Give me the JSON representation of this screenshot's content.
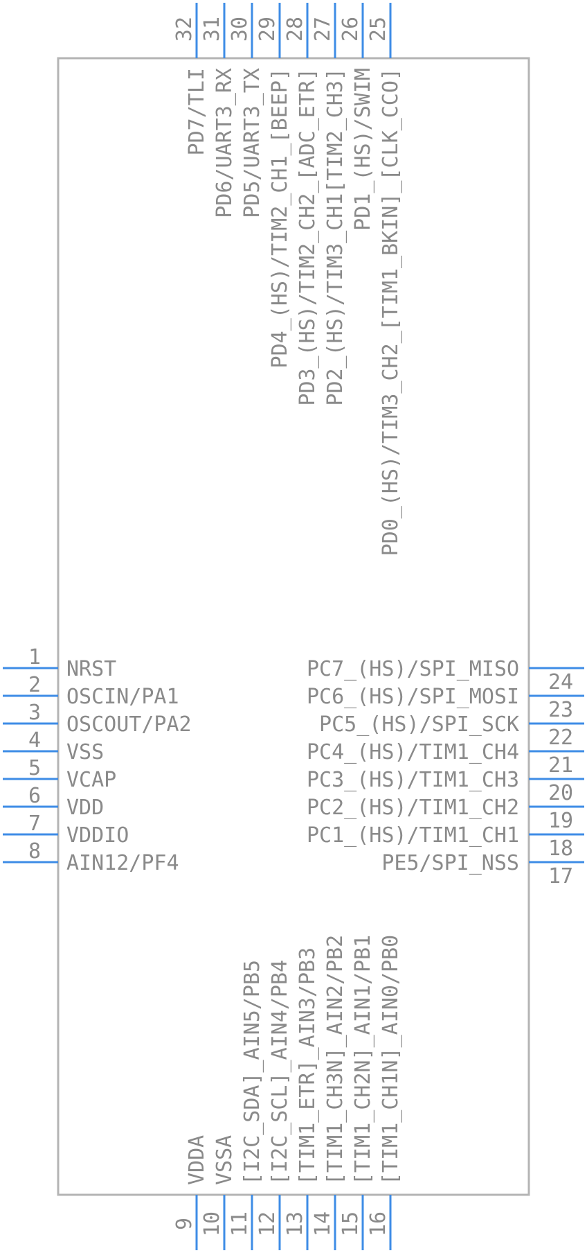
{
  "component": {
    "pins_left": [
      {
        "num": "1",
        "name": "NRST"
      },
      {
        "num": "2",
        "name": "OSCIN/PA1"
      },
      {
        "num": "3",
        "name": "OSCOUT/PA2"
      },
      {
        "num": "4",
        "name": "VSS"
      },
      {
        "num": "5",
        "name": "VCAP"
      },
      {
        "num": "6",
        "name": "VDD"
      },
      {
        "num": "7",
        "name": "VDDIO"
      },
      {
        "num": "8",
        "name": "AIN12/PF4"
      }
    ],
    "pins_bottom": [
      {
        "num": "9",
        "name": "VDDA"
      },
      {
        "num": "10",
        "name": "VSSA"
      },
      {
        "num": "11",
        "name": "[I2C_SDA]_AIN5/PB5"
      },
      {
        "num": "12",
        "name": "[I2C_SCL]_AIN4/PB4"
      },
      {
        "num": "13",
        "name": "[TIM1_ETR]_AIN3/PB3"
      },
      {
        "num": "14",
        "name": "[TIM1_CH3N]_AIN2/PB2"
      },
      {
        "num": "15",
        "name": "[TIM1_CH2N]_AIN1/PB1"
      },
      {
        "num": "16",
        "name": "[TIM1_CH1N]_AIN0/PB0"
      }
    ],
    "pins_right": [
      {
        "num": "17",
        "name": "PE5/SPI_NSS"
      },
      {
        "num": "18",
        "name": "PC1_(HS)/TIM1_CH1"
      },
      {
        "num": "19",
        "name": "PC2_(HS)/TIM1_CH2"
      },
      {
        "num": "20",
        "name": "PC3_(HS)/TIM1_CH3"
      },
      {
        "num": "21",
        "name": "PC4_(HS)/TIM1_CH4"
      },
      {
        "num": "22",
        "name": "PC5_(HS)/SPI_SCK"
      },
      {
        "num": "23",
        "name": "PC6_(HS)/SPI_MOSI"
      },
      {
        "num": "24",
        "name": "PC7_(HS)/SPI_MISO"
      }
    ],
    "pins_top": [
      {
        "num": "25",
        "name": "PD0_(HS)/TIM3_CH2_[TIM1_BKIN]_[CLK_CCO]"
      },
      {
        "num": "26",
        "name": "PD1_(HS)/SWIM"
      },
      {
        "num": "27",
        "name": "PD2_(HS)/TIM3_CH1[TIM2_CH3]"
      },
      {
        "num": "28",
        "name": "PD3_(HS)/TIM2_CH2_[ADC_ETR]"
      },
      {
        "num": "29",
        "name": "PD4_(HS)/TIM2_CH1_[BEEP]"
      },
      {
        "num": "30",
        "name": "PD5/UART3_TX"
      },
      {
        "num": "31",
        "name": "PD6/UART3_RX"
      },
      {
        "num": "32",
        "name": "PD7/TLI"
      }
    ],
    "colors": {
      "pin_line": "#3e8ce6",
      "body_outline": "#b4b4b4",
      "text": "#8a8a8a",
      "background": "#ffffff"
    }
  }
}
